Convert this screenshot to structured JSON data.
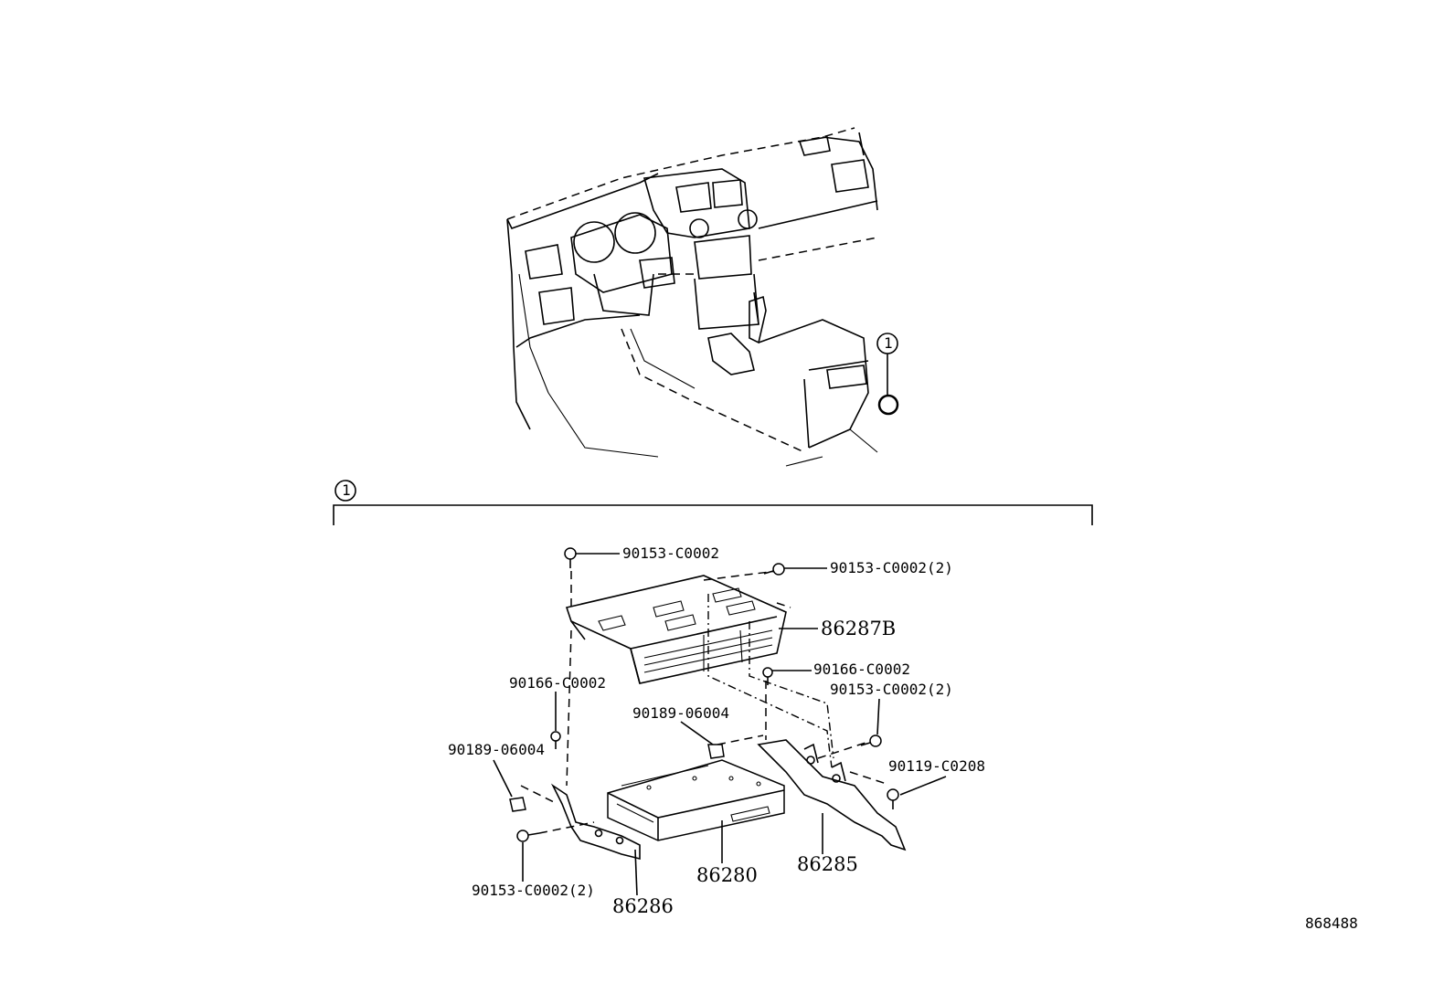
{
  "callout": {
    "index": "1"
  },
  "parts": {
    "p86287B": "86287B",
    "p86280": "86280",
    "p86285": "86285",
    "p86286": "86286"
  },
  "fasteners": {
    "f_top_left": "90153-C0002",
    "f_top_right": "90153-C0002(2)",
    "f_clip_right": "90166-C0002",
    "f_clip_left": "90166-C0002",
    "f_bolt_right": "90153-C0002(2)",
    "f_nut_mid": "90189-06004",
    "f_nut_left": "90189-06004",
    "f_screw_right": "90119-C0208",
    "f_bolt_bottom": "90153-C0002(2)"
  },
  "figure_id": "868488"
}
